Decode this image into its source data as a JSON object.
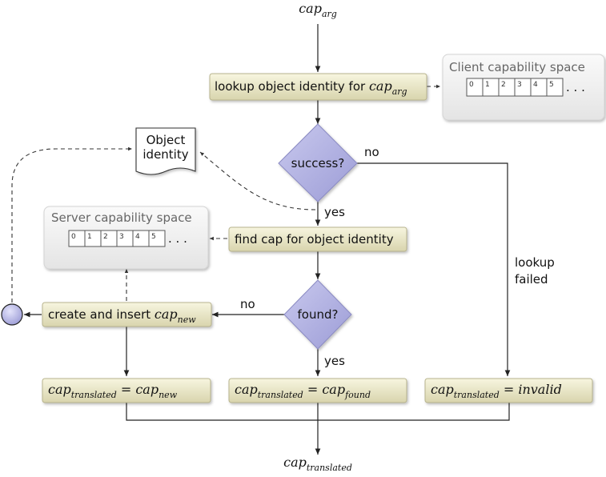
{
  "diagram": {
    "input": {
      "base": "cap",
      "sub": "arg"
    },
    "output": {
      "base": "cap",
      "sub": "translated"
    },
    "lookup": {
      "text": "lookup object identity for ",
      "base": "cap",
      "sub": "arg"
    },
    "client_space": {
      "title": "Client capability space",
      "cells": [
        "0",
        "1",
        "2",
        "3",
        "4",
        "5"
      ],
      "ellipsis": ". . ."
    },
    "server_space": {
      "title": "Server capability space",
      "cells": [
        "0",
        "1",
        "2",
        "3",
        "4",
        "5"
      ],
      "ellipsis": ". . ."
    },
    "object_identity": {
      "line1": "Object",
      "line2": "identity"
    },
    "success": {
      "text": "success?",
      "no": "no",
      "yes": "yes"
    },
    "find": {
      "text": "find cap for object identity"
    },
    "found": {
      "text": "found?",
      "no": "no",
      "yes": "yes"
    },
    "create": {
      "text": "create and insert ",
      "base": "cap",
      "sub": "new"
    },
    "result_new": {
      "lhs_base": "cap",
      "lhs_sub": "translated",
      "eq": " = ",
      "rhs_base": "cap",
      "rhs_sub": "new"
    },
    "result_found": {
      "lhs_base": "cap",
      "lhs_sub": "translated",
      "eq": " = ",
      "rhs_base": "cap",
      "rhs_sub": "found"
    },
    "result_invalid": {
      "lhs_base": "cap",
      "lhs_sub": "translated",
      "eq": " = ",
      "rhs": "invalid"
    },
    "lookup_failed": {
      "line1": "lookup",
      "line2": "failed"
    }
  }
}
